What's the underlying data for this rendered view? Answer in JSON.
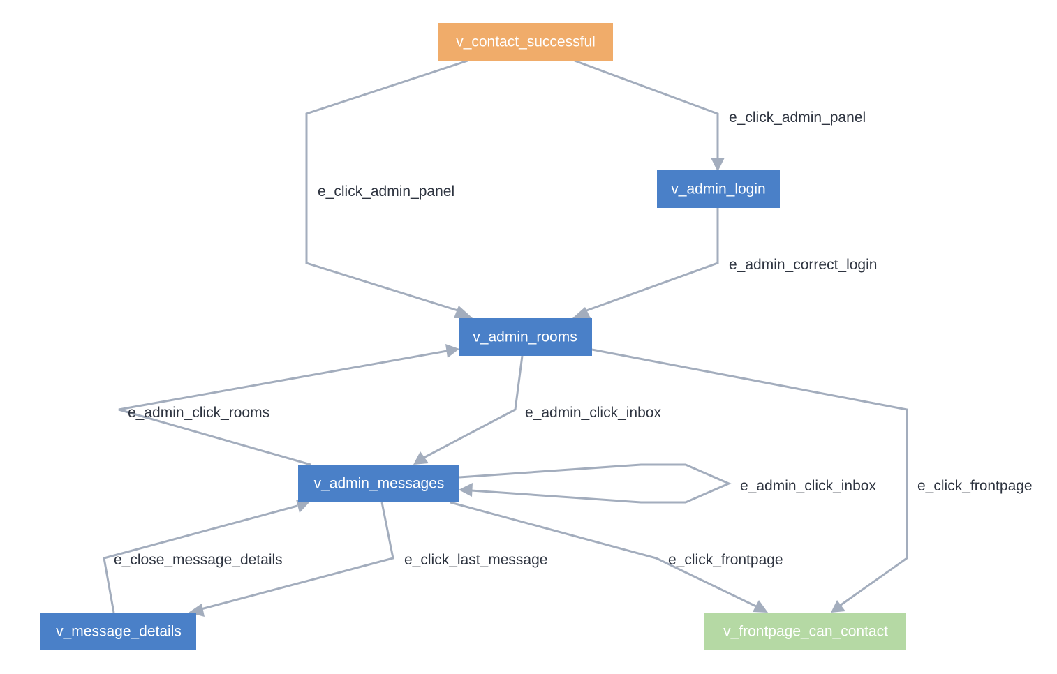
{
  "colors": {
    "start_node": "#f0ac6a",
    "default_node": "#4a80c8",
    "end_node": "#b5d9a4",
    "edge": "#a3adbd",
    "edge_label_text": "#2e3440",
    "node_label_text": "#ffffff"
  },
  "nodes": {
    "contact_successful": "v_contact_successful",
    "admin_login": "v_admin_login",
    "admin_rooms": "v_admin_rooms",
    "admin_messages": "v_admin_messages",
    "message_details": "v_message_details",
    "frontpage_can_contact": "v_frontpage_can_contact"
  },
  "edges": {
    "contact_to_login": "e_click_admin_panel",
    "contact_to_rooms": "e_click_admin_panel",
    "login_to_rooms": "e_admin_correct_login",
    "messages_to_rooms": "e_admin_click_rooms",
    "rooms_to_messages": "e_admin_click_inbox",
    "messages_self_loop": "e_admin_click_inbox",
    "rooms_to_frontpage": "e_click_frontpage",
    "details_to_messages": "e_close_message_details",
    "messages_to_details": "e_click_last_message",
    "messages_to_frontpage": "e_click_frontpage"
  }
}
